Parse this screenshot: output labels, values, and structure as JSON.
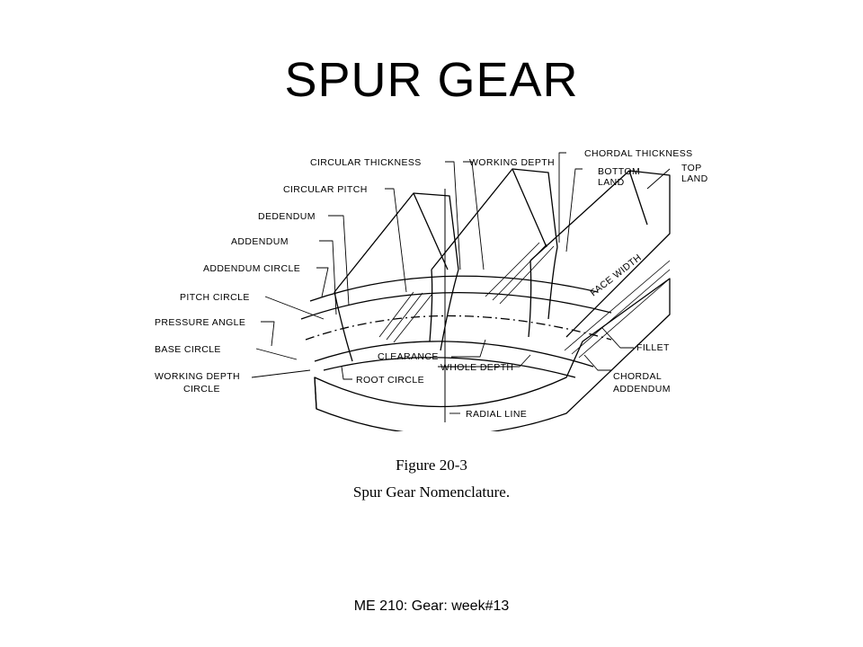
{
  "slide": {
    "title": "SPUR GEAR",
    "footer": "ME 210: Gear: week#13"
  },
  "figure": {
    "number": "Figure 20-3",
    "caption": "Spur Gear Nomenclature.",
    "labels": {
      "circular_thickness": "CIRCULAR THICKNESS",
      "working_depth": "WORKING DEPTH",
      "chordal_thickness": "CHORDAL THICKNESS",
      "bottom": "BOTTOM",
      "land_bottom": "LAND",
      "top": "TOP",
      "land_top": "LAND",
      "circular_pitch": "CIRCULAR PITCH",
      "dedendum": "DEDENDUM",
      "addendum": "ADDENDUM",
      "addendum_circle": "ADDENDUM CIRCLE",
      "pitch_circle": "PITCH CIRCLE",
      "pressure_angle": "PRESSURE ANGLE",
      "base_circle": "BASE CIRCLE",
      "working_depth_circle_1": "WORKING DEPTH",
      "working_depth_circle_2": "CIRCLE",
      "root_circle": "ROOT CIRCLE",
      "clearance": "CLEARANCE",
      "whole_depth": "WHOLE DEPTH",
      "radial_line": "RADIAL LINE",
      "face_width": "FACE WIDTH",
      "fillet": "FILLET",
      "chordal": "CHORDAL",
      "chordal_addendum": "ADDENDUM"
    }
  }
}
